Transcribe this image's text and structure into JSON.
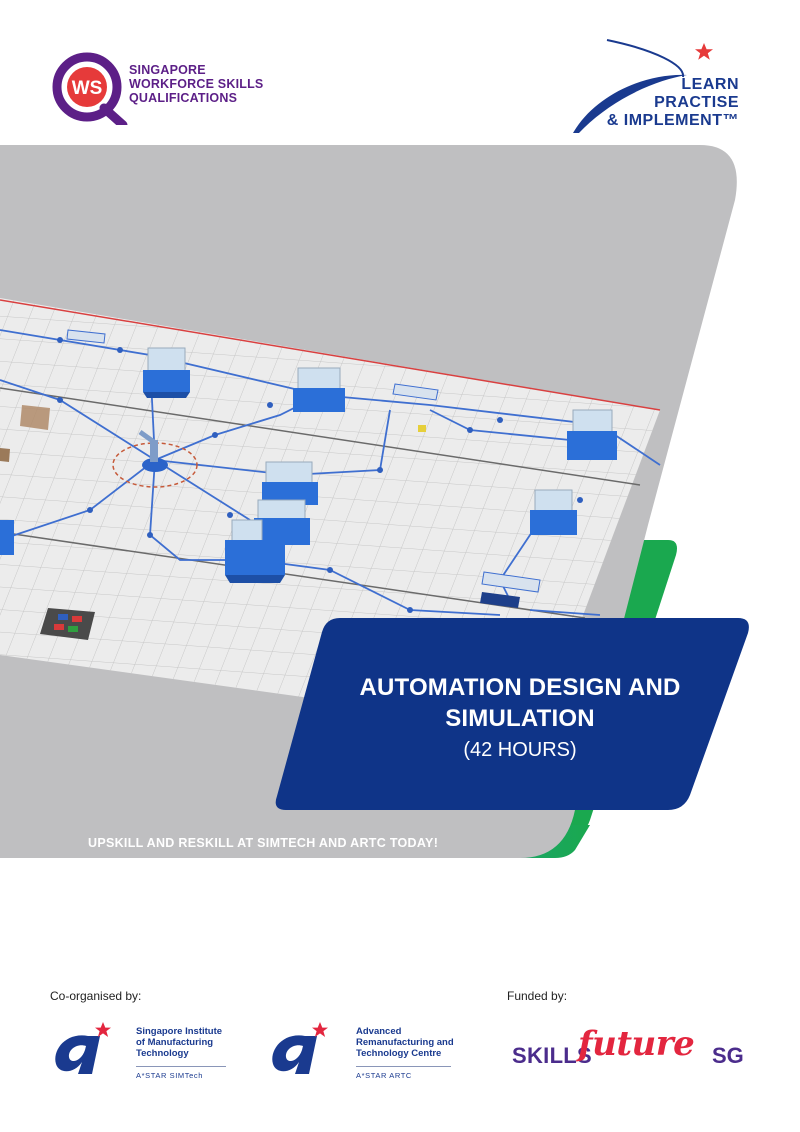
{
  "header": {
    "wsq": {
      "badge": "WS",
      "lines": [
        "SINGAPORE",
        "WORKFORCE SKILLS",
        "QUALIFICATIONS"
      ]
    },
    "lpi": {
      "lines": [
        "LEARN",
        "PRACTISE",
        "& IMPLEMENT™"
      ]
    }
  },
  "hero": {
    "image_icon": "factory-layout-simulation-image",
    "title_line1": "AUTOMATION DESIGN AND",
    "title_line2": "SIMULATION",
    "hours": "(42 HOURS)",
    "tagline": "UPSKILL AND RESKILL AT SIMTECH AND ARTC TODAY!"
  },
  "footer": {
    "co_organised_label": "Co-organised by:",
    "funded_by_label": "Funded by:",
    "simtech": {
      "name_lines": [
        "Singapore Institute",
        "of Manufacturing",
        "Technology"
      ],
      "sub": "A*STAR SIMTech"
    },
    "artc": {
      "name_lines": [
        "Advanced",
        "Remanufacturing and",
        "Technology Centre"
      ],
      "sub": "A*STAR ARTC"
    },
    "skillsfuture": {
      "skills": "SKILLS",
      "future": "future",
      "sg": "SG"
    }
  },
  "colors": {
    "wsq_purple": "#5c1f87",
    "wsq_red": "#e63a3a",
    "navy": "#0f3488",
    "green": "#1aa84f",
    "teal": "#2aa6c6",
    "astar_red": "#e3263f",
    "sf_purple": "#4b2c8c"
  }
}
